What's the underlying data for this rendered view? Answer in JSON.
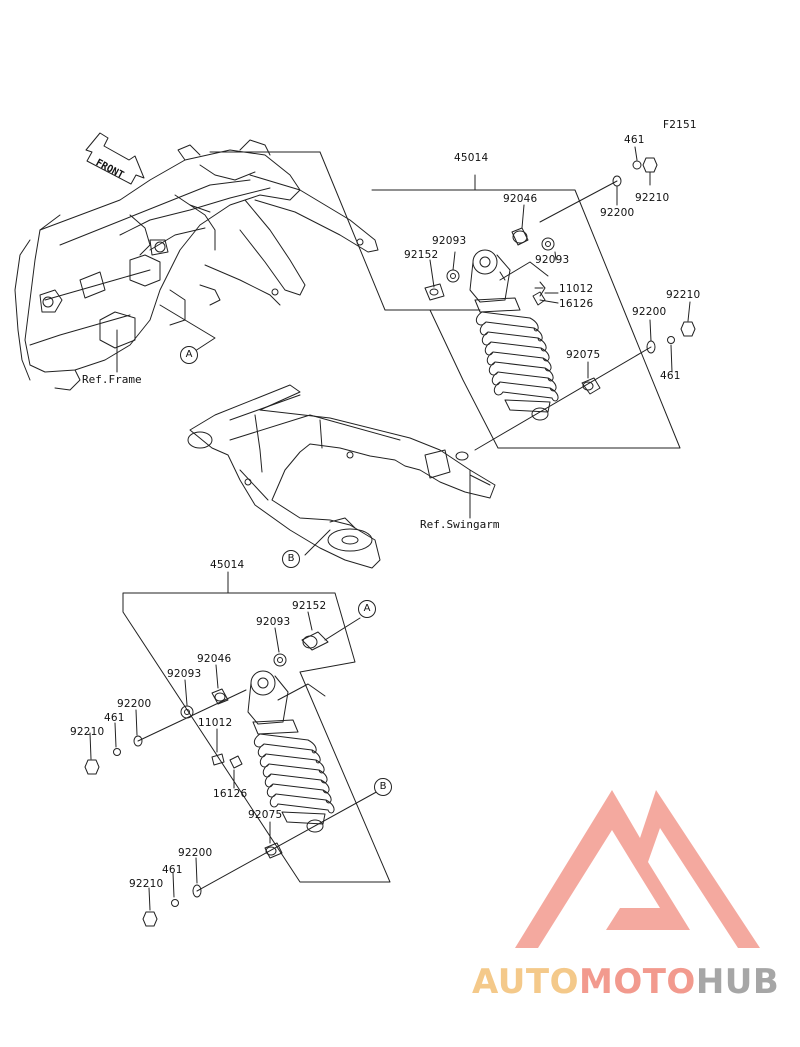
{
  "figure_code": "F2151",
  "front_label": "FRONT",
  "refs": {
    "frame": "Ref.Frame",
    "swingarm": "Ref.Swingarm"
  },
  "callouts": {
    "a": "A",
    "b": "B"
  },
  "top_assembly": {
    "assembly": "45014",
    "p461_a": "461",
    "p92210_a": "92210",
    "p92200_a": "92200",
    "p92046": "92046",
    "p92093_a": "92093",
    "p92093_b": "92093",
    "p92152": "92152",
    "p11012": "11012",
    "p16126": "16126",
    "p92210_b": "92210",
    "p92200_b": "92200",
    "p92075": "92075",
    "p461_b": "461"
  },
  "bottom_assembly": {
    "assembly": "45014",
    "p92152": "92152",
    "p92093_a": "92093",
    "p92046": "92046",
    "p92093_b": "92093",
    "p92200_a": "92200",
    "p461_a": "461",
    "p92210_a": "92210",
    "p11012": "11012",
    "p16126": "16126",
    "p92075": "92075",
    "p92200_b": "92200",
    "p461_b": "461",
    "p92210_b": "92210"
  },
  "brand": {
    "part1": "AUTO",
    "part2": "MOTO",
    "part3": "HUB",
    "colors": {
      "auto": "#f4c98a",
      "moto": "#f29a8e",
      "hub": "#a6a6a6",
      "logo": "#f29a8e"
    }
  }
}
